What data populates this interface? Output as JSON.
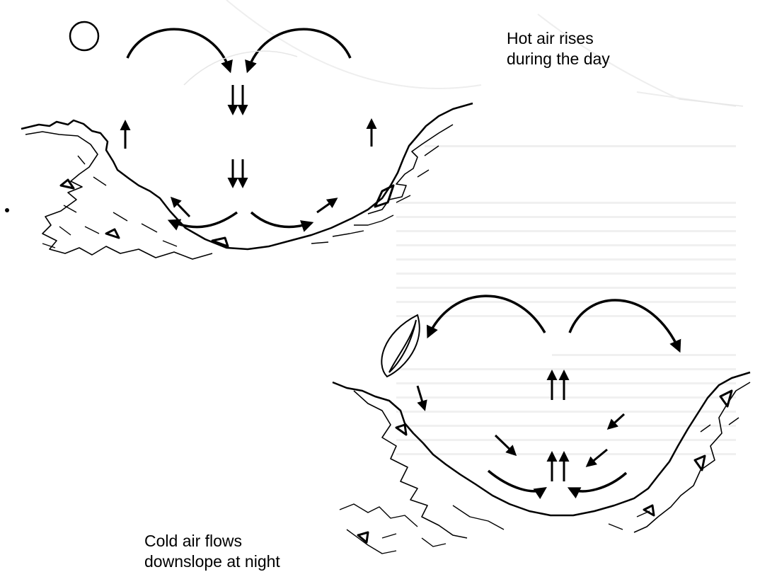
{
  "labels": {
    "day": [
      "Hot air rises",
      "during the day"
    ],
    "night": [
      "Cold air flows",
      "downslope at night"
    ]
  },
  "colors": {
    "ink": "#000000",
    "paper": "#ffffff",
    "bleed": "#d6d6d6"
  },
  "icons": {
    "sun": "sun-icon",
    "moon": "crescent-moon-icon"
  }
}
